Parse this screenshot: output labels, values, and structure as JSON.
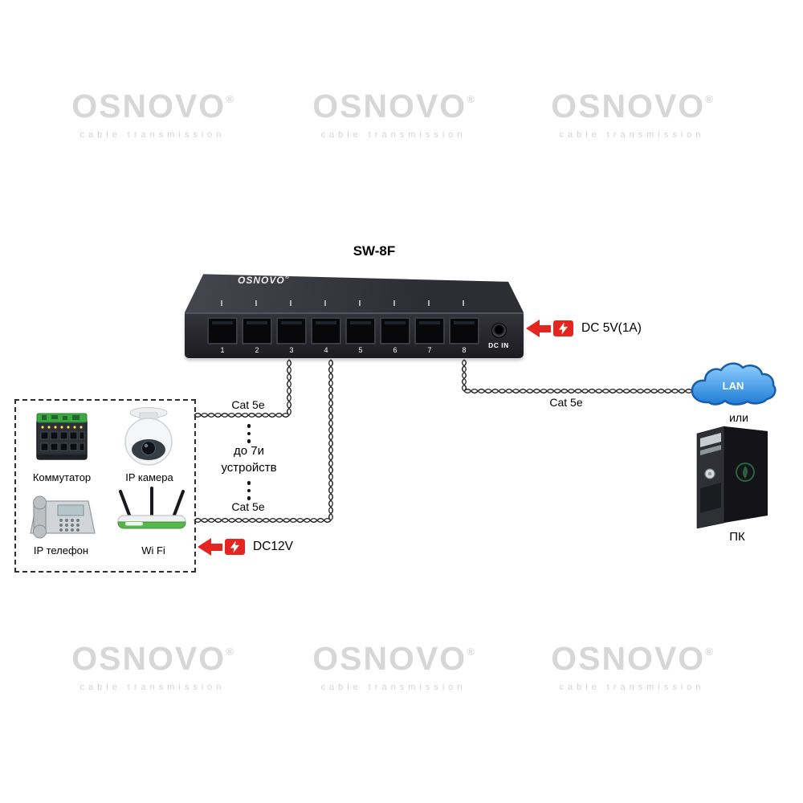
{
  "diagram": {
    "title": "SW-8F",
    "watermark": {
      "brand": "OSNOVO",
      "registered": "®",
      "subtitle": "cable transmission"
    },
    "switch": {
      "logo": "OSNOVO",
      "logo_reg": "®",
      "dc_in": "DC IN",
      "ports": [
        "1",
        "2",
        "3",
        "4",
        "5",
        "6",
        "7",
        "8"
      ]
    },
    "labels": {
      "cat5e_left_top": "Cat 5e",
      "cat5e_left_bottom": "Cat 5e",
      "cat5e_right": "Cat 5e",
      "devices_line1": "до 7и",
      "devices_line2": "устройств",
      "dc5v": "DC 5V(1A)",
      "dc12v": "DC12V",
      "lan": "LAN",
      "or": "или",
      "pc": "ПК"
    },
    "devices": {
      "switch_label": "Коммутатор",
      "camera_label": "IP камера",
      "phone_label": "IP телефон",
      "wifi_label": "Wi Fi"
    },
    "colors": {
      "arrow_red": "#e42520",
      "cloud_blue": "#1f7cd6",
      "watermark_gray": "#d7d7d7"
    }
  }
}
